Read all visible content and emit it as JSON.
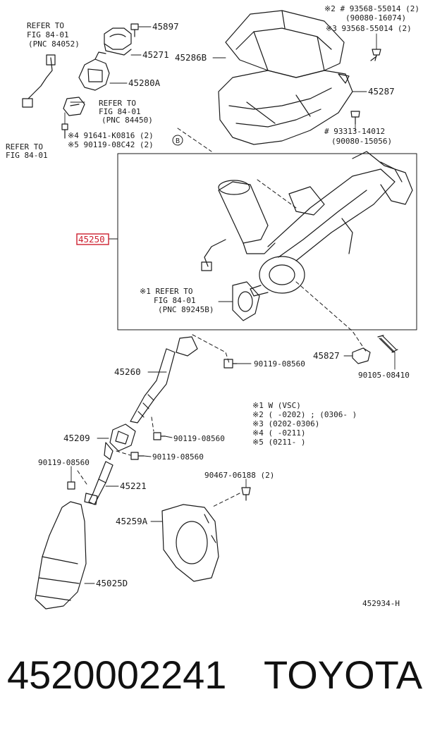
{
  "callouts": {
    "fig84_pnc84052": [
      "REFER TO",
      "FIG 84-01",
      "(PNC 84052)"
    ],
    "fig84_pnc84450": [
      "REFER TO",
      "FIG 84-01",
      "(PNC 84450)"
    ],
    "fig84_left": [
      "REFER TO",
      "FIG 84-01"
    ],
    "fig84_pnc89245b": [
      "※1 REFER TO",
      "FIG 84-01",
      "(PNC 89245B)"
    ]
  },
  "parts": {
    "p45897": "45897",
    "p45271": "45271",
    "p45280a": "45280A",
    "p45286b": "45286B",
    "p45287": "45287",
    "p45250": "45250",
    "p45827": "45827",
    "p45260": "45260",
    "p45209": "45209",
    "p45221": "45221",
    "p45259a": "45259A",
    "p45025d": "45025D",
    "b_marker": "B"
  },
  "fasteners": {
    "f93568_55014": "※2 # 93568-55014 (2)",
    "f90080_16074": "(90080-16074)",
    "f93568_55014b": "※3  93568-55014 (2)",
    "f91641": "※4 91641-K0816 (2)",
    "f90119_08c42": "※5 90119-08C42 (2)",
    "f93313": "# 93313-14012",
    "f90080_15056": "(90080-15056)",
    "f90119_08560a": "90119-08560",
    "f90105_08410": "90105-08410",
    "f90119_08560b": "90119-08560",
    "f90119_08560c": "90119-08560",
    "f90119_08560d": "90119-08560",
    "f90467": "90467-06188 (2)"
  },
  "legend": [
    "※1 W (VSC)",
    "※2 (      -0202) ; (0306-      )",
    "※3 (0202-0306)",
    "※4 (      -0211)",
    "※5 (0211-      )"
  ],
  "figure_code": "452934-H",
  "bottom": {
    "part_number": "4520002241",
    "brand": "TOYOTA"
  },
  "colors": {
    "highlight": "#cc1f2f",
    "line": "#1a1a1a"
  }
}
